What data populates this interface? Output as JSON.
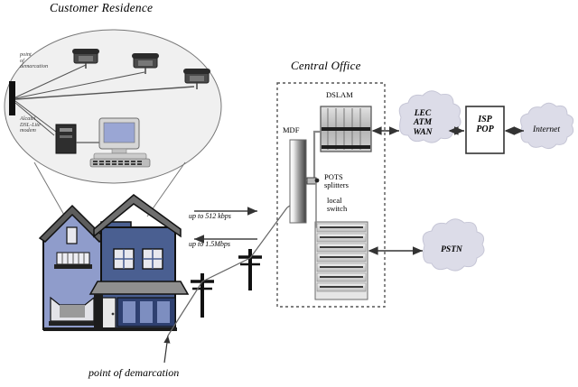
{
  "diagram": {
    "type": "network-topology",
    "titles": {
      "customer_residence": "Customer Residence",
      "central_office": "Central Office"
    },
    "residence": {
      "demarcation_label": "point\nof\ndemarcation",
      "modem_label": "Alcatel\nDSL-Lite\nmodem",
      "devices": [
        {
          "name": "telephone",
          "count": 3
        },
        {
          "name": "dsl-modem",
          "count": 1
        },
        {
          "name": "desktop-computer",
          "count": 1
        }
      ]
    },
    "bandwidth": {
      "upstream": "up to 512 kbps",
      "downstream": "up to 1.5Mbps"
    },
    "bottom_caption": "point of demarcation",
    "central_office": {
      "mdf_label": "MDF",
      "dslam_label": "DSLAM",
      "pots_splitters_label": "POTS\nsplitters",
      "local_switch_label": "local\nswitch"
    },
    "clouds": [
      {
        "id": "lec-atm-wan",
        "label": "LEC\nATM\nWAN"
      },
      {
        "id": "internet",
        "label": "Internet"
      },
      {
        "id": "pstn",
        "label": "PSTN"
      }
    ],
    "boxes": [
      {
        "id": "isp-pop",
        "label": "ISP\nPOP"
      }
    ],
    "colors": {
      "cloud_fill": "#dcdce8",
      "ellipse_fill": "#f0f0f0",
      "house_wall_light": "#8f9ccb",
      "house_wall_dark": "#4a5f91",
      "roof": "#6e6e6e",
      "equipment": "#a9a9a9",
      "line": "#555555",
      "screen": "#9aa6d4"
    }
  }
}
